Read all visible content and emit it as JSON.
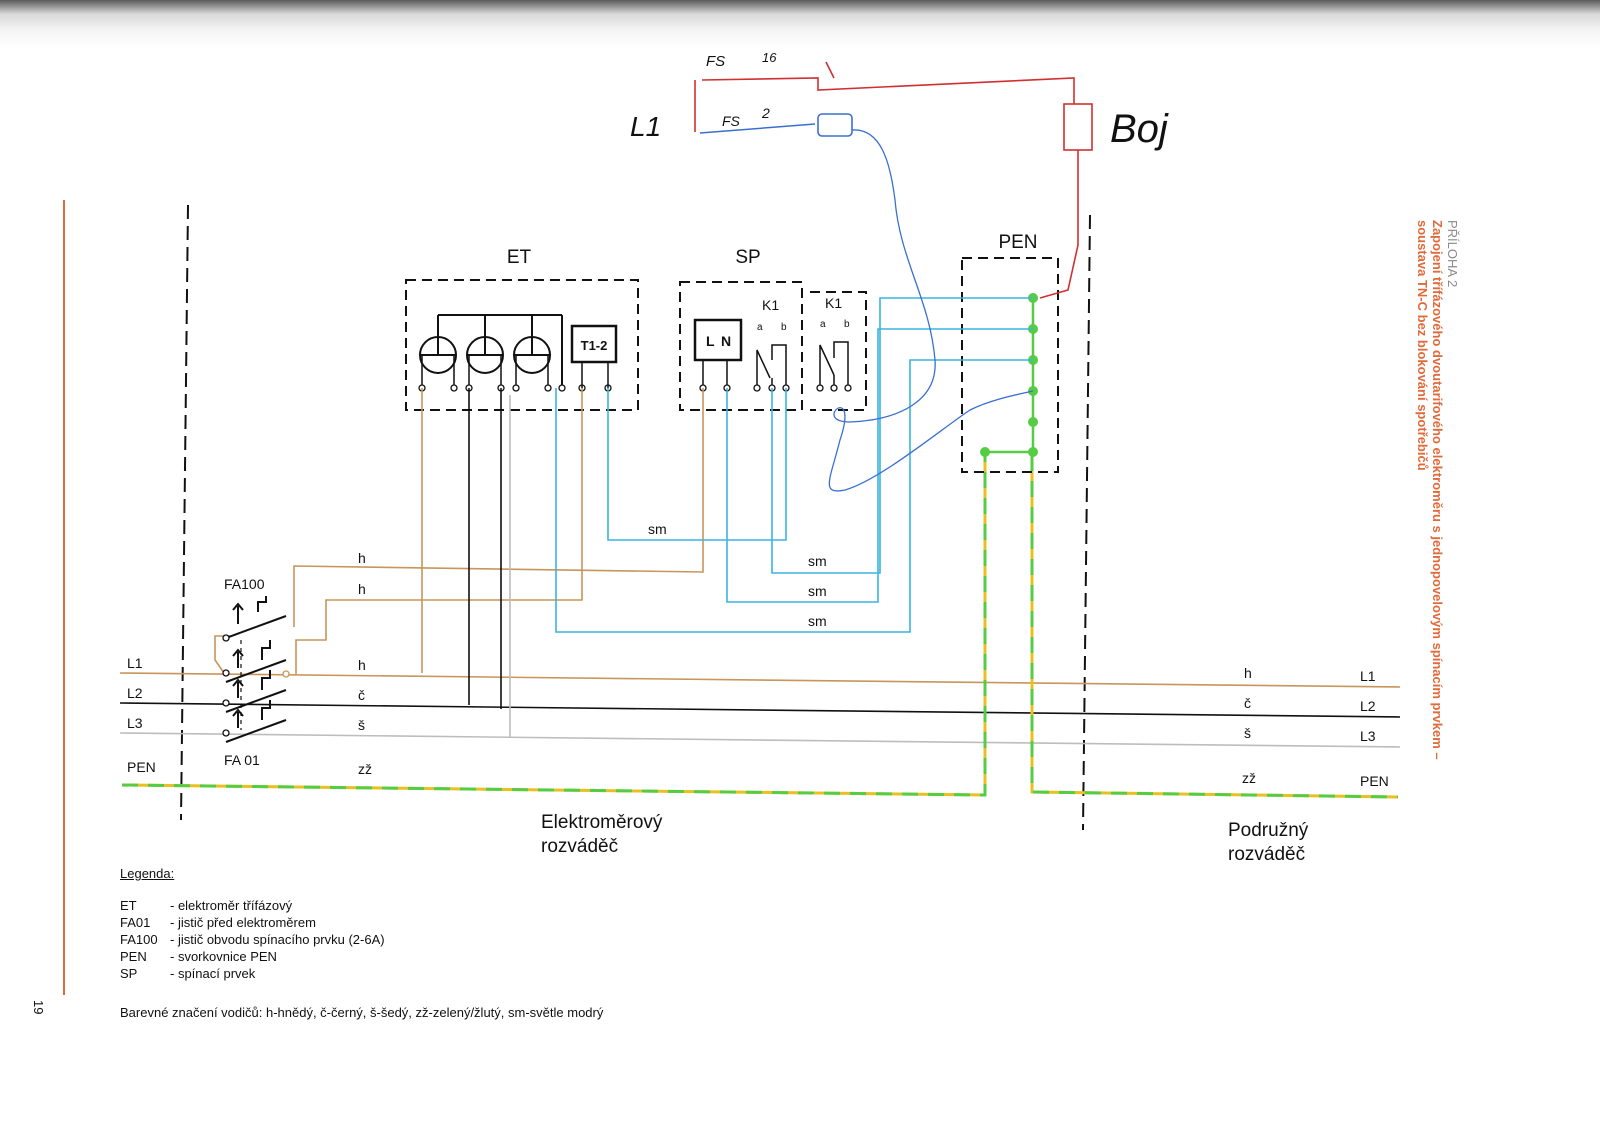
{
  "annex": {
    "label": "PŘÍLOHA 2",
    "title_line1": "Zapojení třífázového dvoutarifového elektroměru s jednopovelovým spínacím prvkem –",
    "title_line2": "soustava TN-C bez blokování spotřebičů"
  },
  "page_number": "19",
  "blocks": {
    "et": "ET",
    "sp": "SP",
    "pen": "PEN",
    "tariff_relay": "T1-2",
    "sp_l": "L",
    "sp_n": "N",
    "k1_left": "K1",
    "k1_right": "K1",
    "contact_a": "a",
    "contact_b": "b"
  },
  "breakers": {
    "fa100": "FA100",
    "fa01": "FA 01"
  },
  "left_lines": {
    "l1": "L1",
    "l2": "L2",
    "l3": "L3",
    "pen": "PEN"
  },
  "right_lines": {
    "l1": "L1",
    "l2": "L2",
    "l3": "L3",
    "pen": "PEN"
  },
  "wire_labels": {
    "left_h1": "h",
    "left_h2": "h",
    "left_h3": "h",
    "left_c": "č",
    "left_s": "š",
    "left_zz": "zž",
    "right_h": "h",
    "right_c": "č",
    "right_s": "š",
    "right_zz": "zž",
    "sm1": "sm",
    "sm2": "sm",
    "sm3": "sm",
    "sm4": "sm"
  },
  "sections": {
    "meter_panel_line1": "Elektroměrový",
    "meter_panel_line2": "rozváděč",
    "sub_panel_line1": "Podružný",
    "sub_panel_line2": "rozváděč"
  },
  "handwriting": {
    "l1": "L1",
    "mark_a": "FS",
    "num_a": "16",
    "mark_b": "FS",
    "num_b": "2",
    "boiler": "Boj"
  },
  "legend": {
    "title": "Legenda:",
    "items": [
      {
        "code": "ET",
        "desc": "- elektroměr třífázový"
      },
      {
        "code": "FA01",
        "desc": "- jistič před elektroměrem"
      },
      {
        "code": "FA100",
        "desc": "- jistič obvodu spínacího prvku (2-6A)"
      },
      {
        "code": "PEN",
        "desc": "- svorkovnice PEN"
      },
      {
        "code": "SP",
        "desc": "- spínací prvek"
      }
    ],
    "color_note": "Barevné značení vodičů: h-hnědý, č-černý, š-šedý, zž-zelený/žlutý, sm-světle modrý"
  },
  "colors": {
    "brown": "#c8955a",
    "black": "#111111",
    "gray": "#bdbdbd",
    "light_blue": "#3cb4e0",
    "green": "#55cc44",
    "yellow": "#e8c020",
    "pen_red": "#d03030",
    "pen_blue": "#3a6fd0",
    "orange_accent": "#e06a3a"
  }
}
